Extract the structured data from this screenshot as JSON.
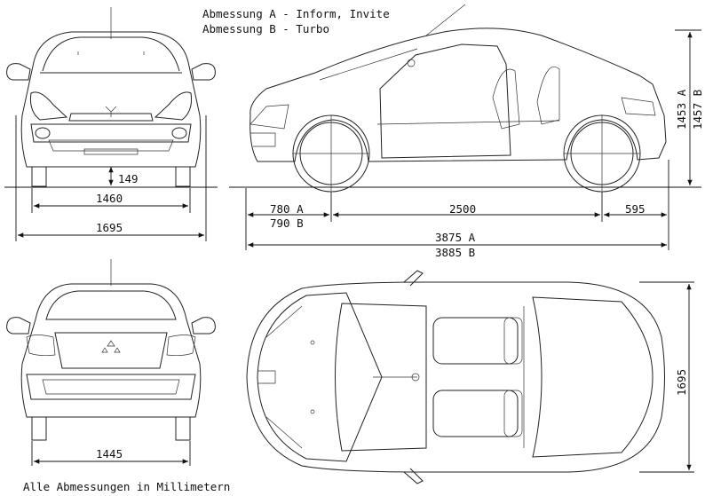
{
  "legend": {
    "line_a": "Abmessung A - Inform, Invite",
    "line_b": "Abmessung B - Turbo"
  },
  "footer": "Alle Abmessungen in Millimetern",
  "front_view": {
    "ground_clearance": "149",
    "track_width": "1460",
    "overall_width": "1695"
  },
  "rear_view": {
    "track_width": "1445"
  },
  "side_view": {
    "height_a": "1453 A",
    "height_b": "1457 B",
    "front_overhang_a": "780 A",
    "front_overhang_b": "790 B",
    "wheelbase": "2500",
    "rear_overhang": "595",
    "length_a": "3875 A",
    "length_b": "3885 B"
  },
  "top_view": {
    "overall_width": "1695"
  },
  "colors": {
    "line": "#222222",
    "background": "#ffffff"
  }
}
